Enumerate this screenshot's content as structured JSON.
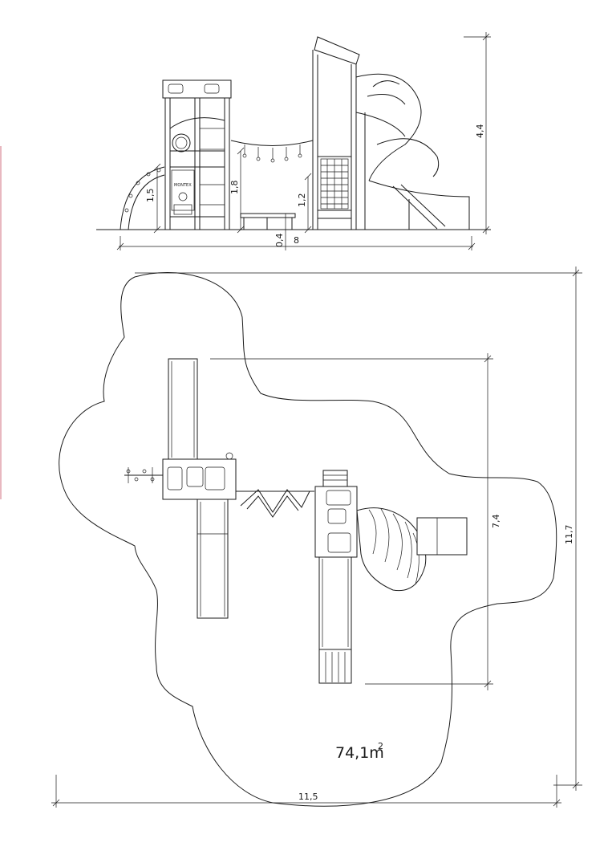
{
  "elevation": {
    "dimensions": {
      "total_height": "4,4",
      "tower_left_height": "1,5",
      "tower_mid_height": "1,8",
      "tower_right_height": "1,2",
      "bench_height": "0,4",
      "length": "8"
    }
  },
  "plan": {
    "dimensions": {
      "width": "11,5",
      "height": "11,7",
      "inner_depth": "7,4"
    },
    "area": {
      "value": "74,1m",
      "superscript": "2"
    }
  }
}
